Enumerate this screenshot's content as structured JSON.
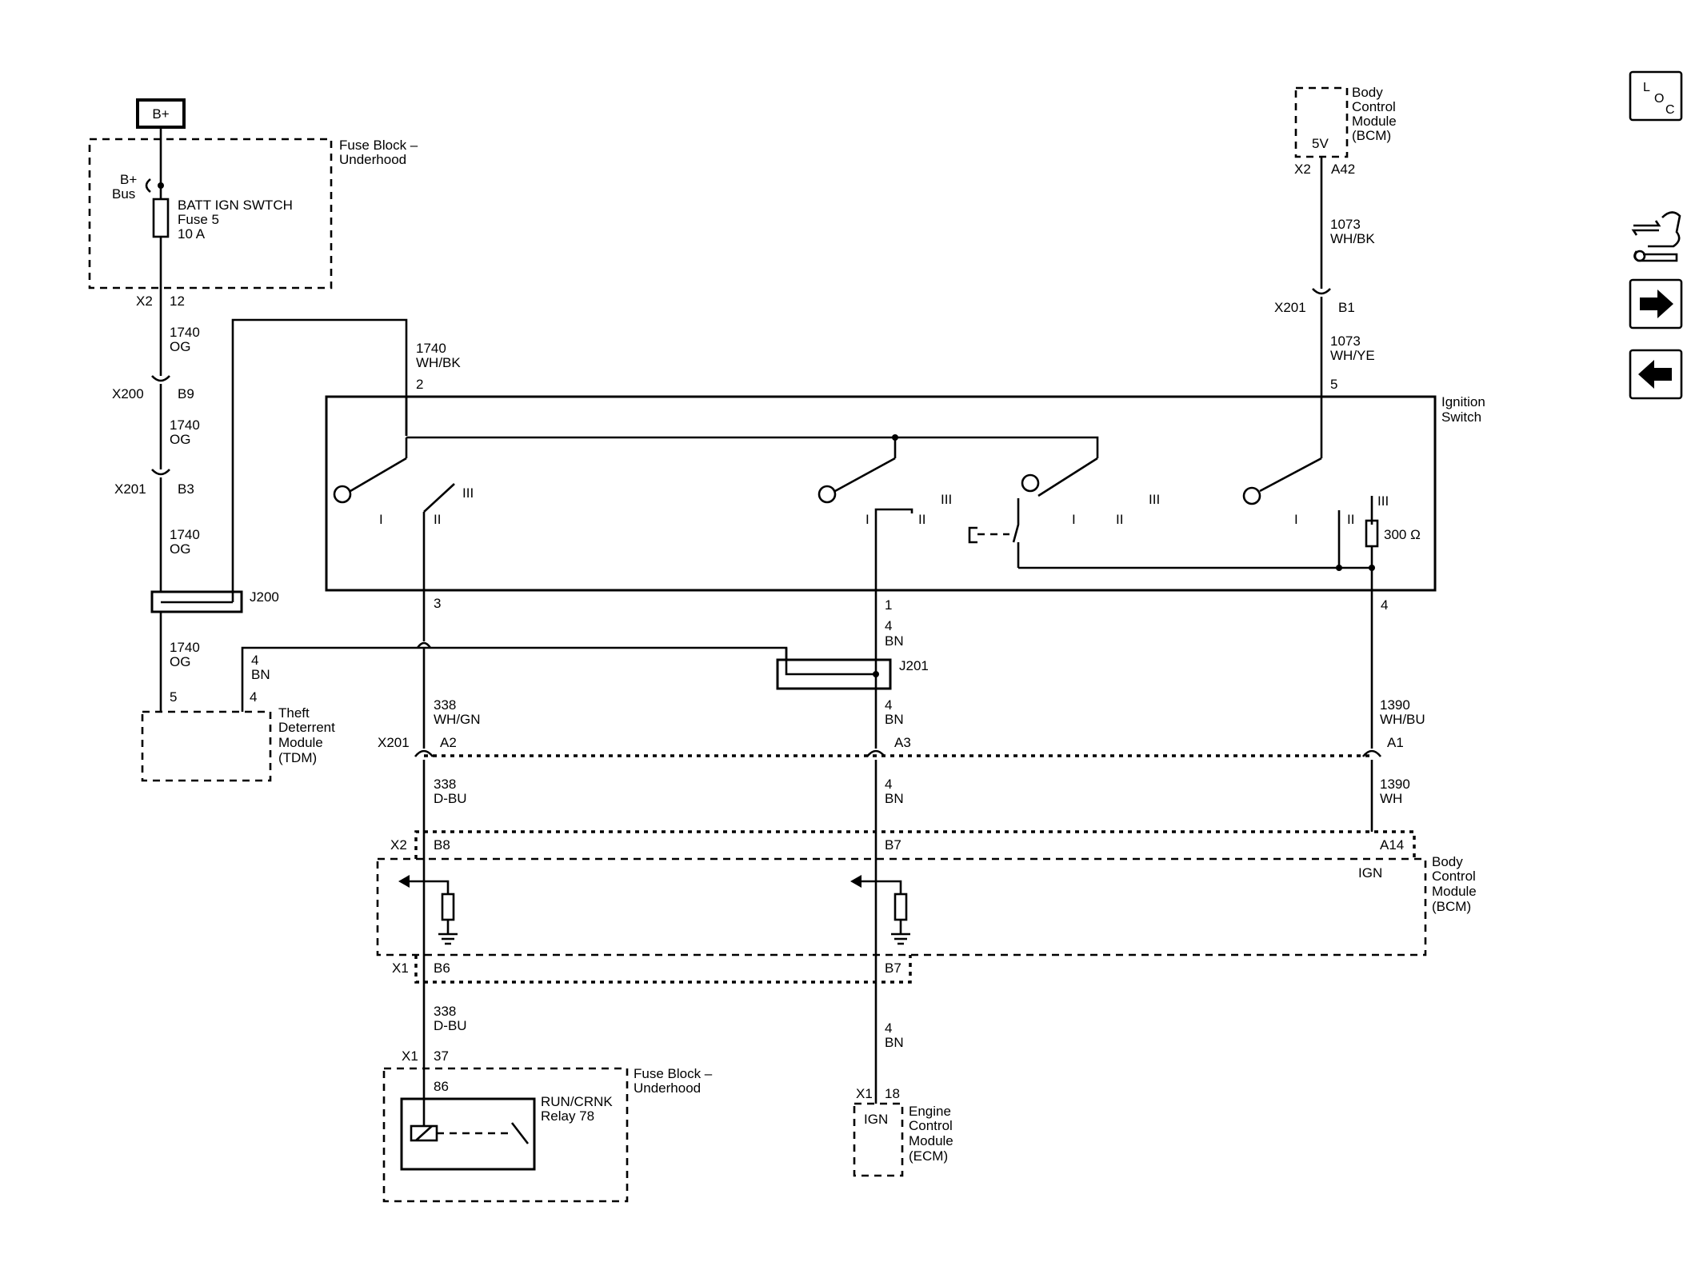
{
  "power": {
    "source": "B+"
  },
  "fuse_block_top": {
    "title": [
      "Fuse Block –",
      "Underhood"
    ],
    "bus": [
      "B+",
      "Bus"
    ],
    "fuse": [
      "BATT IGN SWTCH",
      "Fuse 5",
      "10 A"
    ],
    "conn": "X2",
    "pin": "12"
  },
  "wires": {
    "w1740_og_1": [
      "1740",
      "OG"
    ],
    "w1740_og_2": [
      "1740",
      "OG"
    ],
    "w1740_og_3": [
      "1740",
      "OG"
    ],
    "w1740_og_4": [
      "1740",
      "OG"
    ],
    "w1740_whbk": [
      "1740",
      "WH/BK"
    ],
    "w1073_whbk": [
      "1073",
      "WH/BK"
    ],
    "w1073_whye": [
      "1073",
      "WH/YE"
    ],
    "w4_bn_tdm": [
      "4",
      "BN"
    ],
    "w4_bn_sw": [
      "4",
      "BN"
    ],
    "w4_bn_j201": [
      "4",
      "BN"
    ],
    "w4_bn_bcm": [
      "4",
      "BN"
    ],
    "w4_bn_ecm": [
      "4",
      "BN"
    ],
    "w338_whgn": [
      "338",
      "WH/GN"
    ],
    "w338_dbu_1": [
      "338",
      "D-BU"
    ],
    "w338_dbu_2": [
      "338",
      "D-BU"
    ],
    "w1390_whbu": [
      "1390",
      "WH/BU"
    ],
    "w1390_wh": [
      "1390",
      "WH"
    ]
  },
  "connectors": {
    "x200": "X200",
    "b9": "B9",
    "x201_left": "X201",
    "b3": "B3",
    "x201_right": "X201",
    "b1": "B1",
    "x201_mid": "X201",
    "a1": "A1",
    "a2": "A2",
    "a3": "A3",
    "j200": "J200",
    "j201": "J201",
    "bcm_top_x2": "X2",
    "bcm_top_a42": "A42"
  },
  "bcm_top": {
    "title": [
      "Body",
      "Control",
      "Module",
      "(BCM)"
    ],
    "voltage": "5V"
  },
  "ignition_switch": {
    "title": [
      "Ignition",
      "Switch"
    ],
    "pins": {
      "p2": "2",
      "p5": "5",
      "p3": "3",
      "p1": "1",
      "p4": "4"
    },
    "positions": {
      "I": "I",
      "II": "II",
      "III": "III"
    },
    "resistor": "300 Ω"
  },
  "tdm": {
    "title": [
      "Theft",
      "Deterrent",
      "Module",
      "(TDM)"
    ],
    "pin5": "5",
    "pin4": "4"
  },
  "bcm_bottom": {
    "title": [
      "Body",
      "Control",
      "Module",
      "(BCM)"
    ],
    "x2": "X2",
    "b8": "B8",
    "b7_top": "B7",
    "a14": "A14",
    "ign": "IGN",
    "x1": "X1",
    "b6": "B6",
    "b7_bot": "B7"
  },
  "fuse_block_bottom": {
    "title": [
      "Fuse Block –",
      "Underhood"
    ],
    "relay": [
      "RUN/CRNK",
      "Relay 78"
    ],
    "x1": "X1",
    "pin37": "37",
    "pin86": "86"
  },
  "ecm": {
    "title": [
      "Engine",
      "Control",
      "Module",
      "(ECM)"
    ],
    "x1": "X1",
    "pin18": "18",
    "ign": "IGN"
  },
  "nav": {
    "loc_icon": [
      "L",
      "O",
      "C"
    ],
    "icon_names": [
      "loc-icon",
      "component-locator-icon",
      "next-arrow-icon",
      "previous-arrow-icon"
    ]
  }
}
